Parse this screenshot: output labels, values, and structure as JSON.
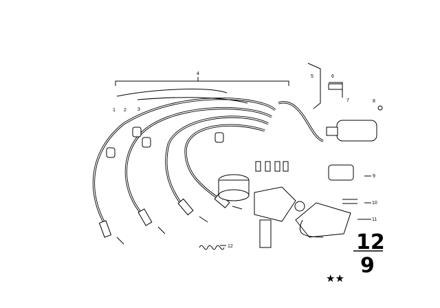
{
  "callouts": [
    "1",
    "2",
    "3",
    "4",
    "5",
    "6",
    "7",
    "8",
    "9",
    "10",
    "11",
    "12"
  ],
  "page_ref": {
    "numerator": "12",
    "denominator": "9"
  },
  "stars": "★★"
}
